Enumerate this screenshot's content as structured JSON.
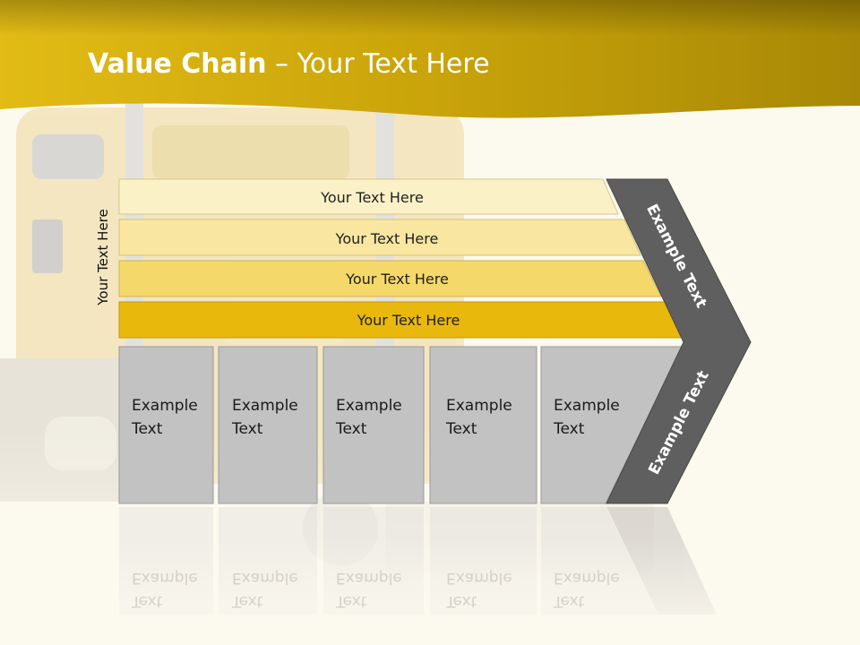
{
  "slide": {
    "title_bold": "Value Chain",
    "title_rest": " – Your Text Here"
  },
  "diagram": {
    "side_label": "Your Text Here",
    "bars": [
      {
        "label": "Your Text Here",
        "color": "#fbf1c7"
      },
      {
        "label": "Your Text Here",
        "color": "#f9e6a0"
      },
      {
        "label": "Your Text Here",
        "color": "#f5d86a"
      },
      {
        "label": "Your Text Here",
        "color": "#e9b80c"
      }
    ],
    "boxes": [
      {
        "line1": "Example",
        "line2": "Text"
      },
      {
        "line1": "Example",
        "line2": "Text"
      },
      {
        "line1": "Example",
        "line2": "Text"
      },
      {
        "line1": "Example",
        "line2": "Text"
      },
      {
        "line1": "Example",
        "line2": "Text"
      }
    ],
    "chevron_top": "Example Text",
    "chevron_bottom": "Example Text"
  },
  "colors": {
    "header_gold": "#c9a40a",
    "box_gray": "#c2c2c2",
    "chevron_gray": "#5f5f5f"
  }
}
